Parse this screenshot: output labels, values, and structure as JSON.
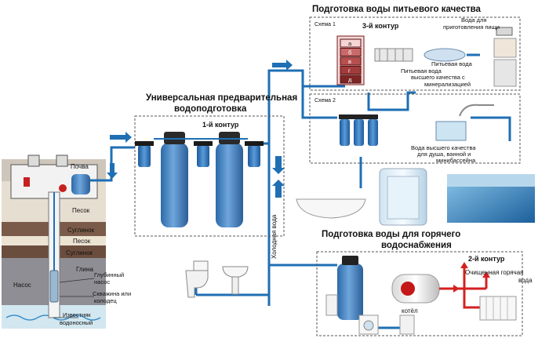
{
  "sections": {
    "drinking_title": "Подготовка воды питьевого качества",
    "pre_title_1": "Универсальная предварительная",
    "pre_title_2": "водоподготовка",
    "hot_title_1": "Подготовка воды для горячего",
    "hot_title_2": "водоснабжения"
  },
  "contours": {
    "c1": "1-й контур",
    "c2": "2-й контур",
    "c3": "3-й контур"
  },
  "schemes": {
    "s1": "Схема 1",
    "s2": "Схема 2"
  },
  "drinking": {
    "food_1": "Вода для",
    "food_2": "приготовления пищи",
    "potable": "Питьевая вода",
    "premium_1": "высшего качества с",
    "premium_2": "минерализацией",
    "stages": [
      "а",
      "б",
      "в",
      "г",
      "д"
    ]
  },
  "bath": {
    "line1": "Вода высшего качества",
    "line2": "для душа, ванной и",
    "line3": "минибассейна"
  },
  "ground": {
    "soil": "Почва",
    "sand1": "Песок",
    "loam1": "Суглинок",
    "sand2": "Песок",
    "loam2": "Суглинок",
    "clay": "Глина",
    "pump": "Насос",
    "deep_pump_1": "Глубинный",
    "deep_pump_2": "насос",
    "well_1": "Скважина или",
    "well_2": "колодец",
    "limestone_1": "Известняк",
    "limestone_2": "водоносный"
  },
  "cold_water": "Холодная вода",
  "boiler": "котёл",
  "hot_1": "Очищенная горячая",
  "hot_2": "вода",
  "colors": {
    "pipe": "#1f6fb4",
    "tank": "#3d7fc2",
    "hot": "#d42020",
    "earth": "#7a6a5c"
  }
}
